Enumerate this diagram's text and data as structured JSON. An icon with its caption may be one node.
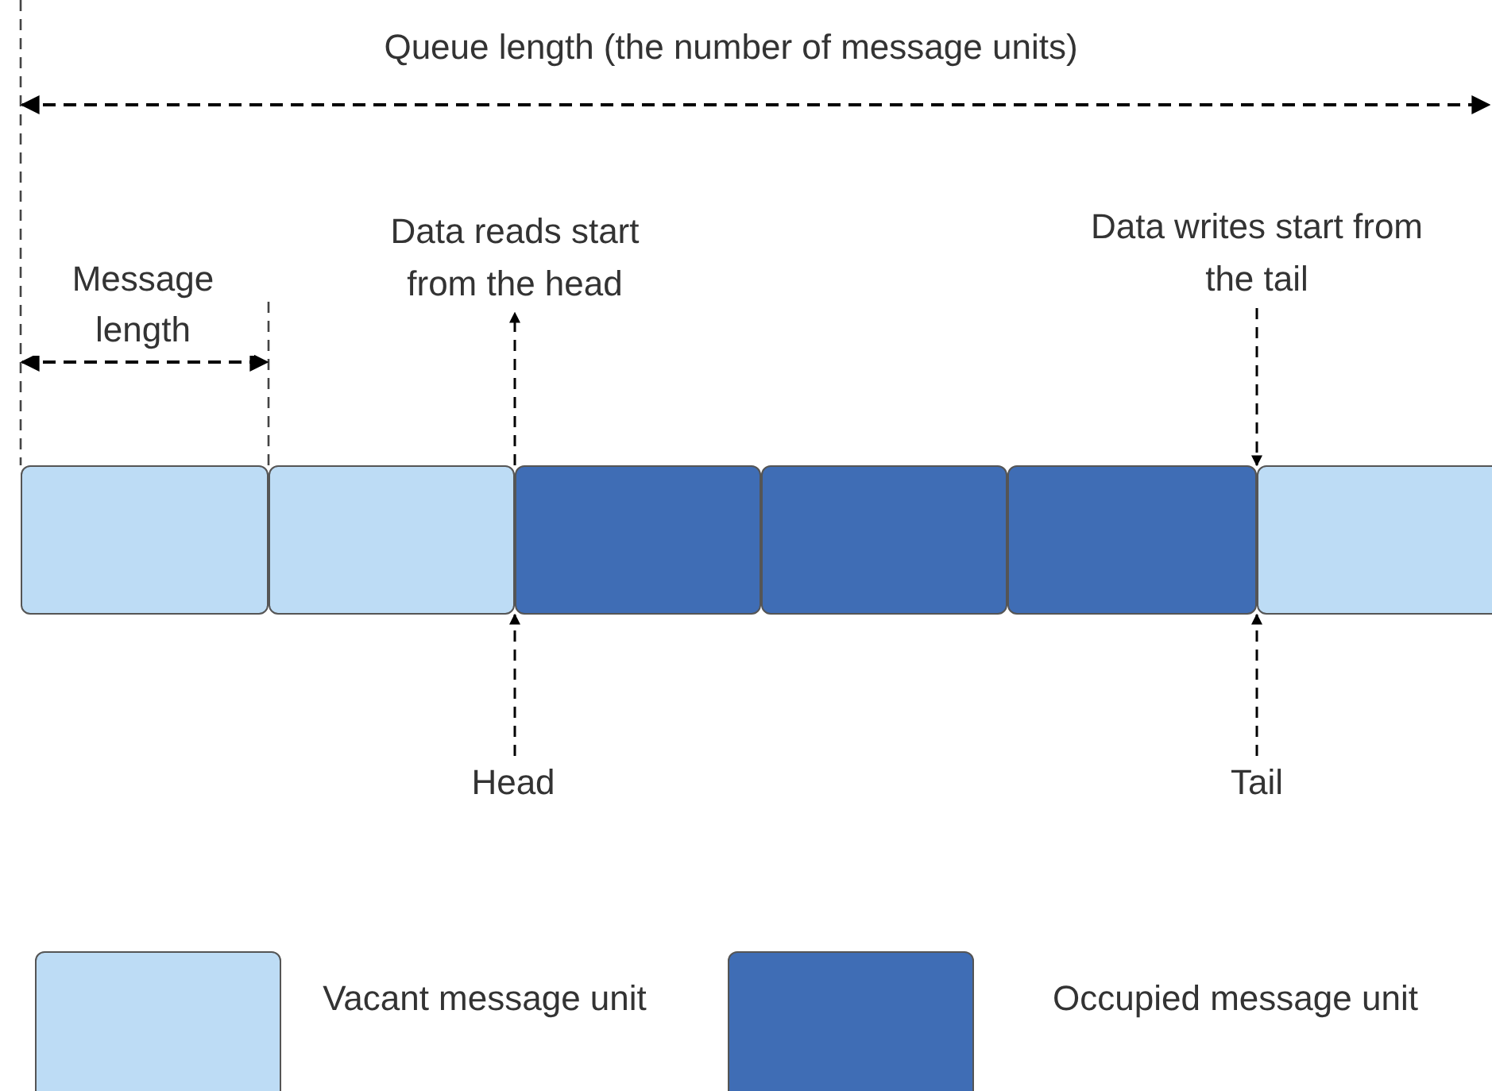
{
  "diagram": {
    "nodes": [
      {
        "text": [],
        "shape": "box"
      },
      {
        "text": [],
        "shape": "box"
      },
      {
        "text": [],
        "shape": "box"
      },
      {
        "text": [],
        "shape": "box"
      },
      {
        "text": [],
        "shape": "box"
      },
      {
        "text": [],
        "shape": "box"
      },
      {
        "text": [
          "Data reads start from the head"
        ]
      },
      {
        "text": [
          "Head"
        ]
      },
      {
        "text": [
          "Data writes start from the tail"
        ]
      },
      {
        "text": [
          "Tail"
        ]
      }
    ],
    "edges": [
      {
        "from": 2,
        "to": 6,
        "arrow": "to"
      },
      {
        "from": 7,
        "to": 2,
        "arrow": "to"
      },
      {
        "from": 8,
        "to": 5,
        "arrow": "to"
      },
      {
        "from": 9,
        "to": 5,
        "arrow": "to"
      }
    ],
    "labels": [
      "Queue length (the number of message units)",
      "Message length"
    ],
    "legend": [
      {
        "text": "Vacant message unit",
        "color": "#bddcf5"
      },
      {
        "text": "Occupied message unit",
        "color": "#3f6db5"
      }
    ]
  }
}
